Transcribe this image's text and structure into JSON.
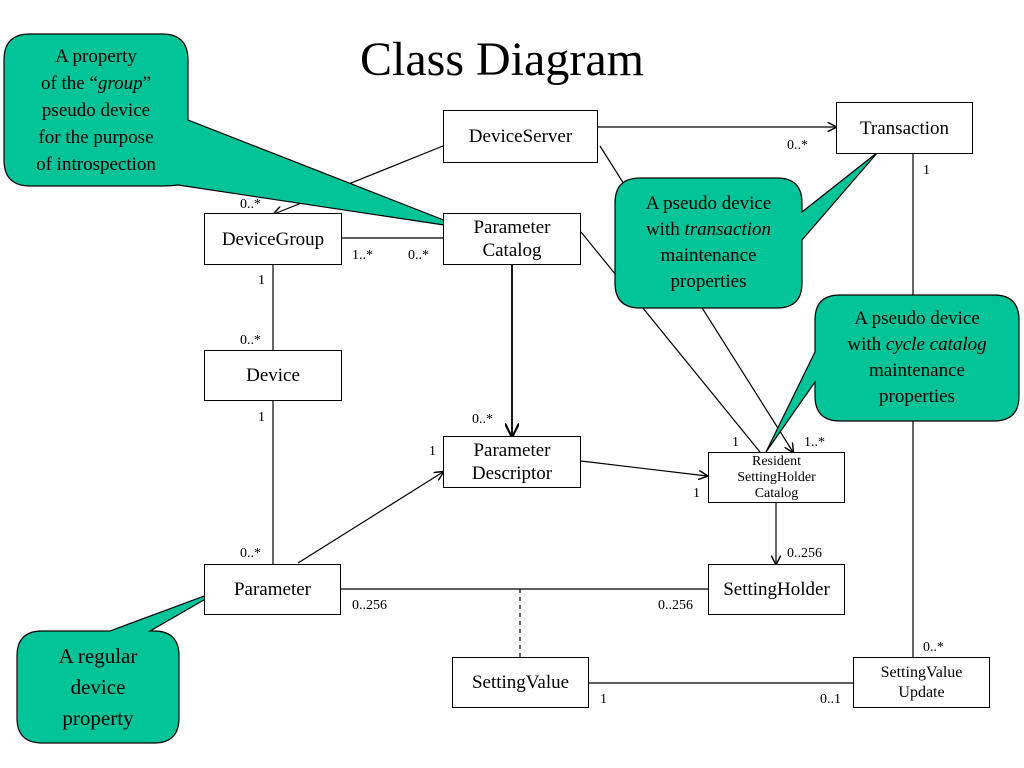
{
  "title": "Class Diagram",
  "colors": {
    "callout_fill": "#00c497",
    "line": "#000000",
    "background": "#ffffff"
  },
  "classes": {
    "device_server": "DeviceServer",
    "transaction": "Transaction",
    "device_group": "DeviceGroup",
    "parameter_catalog": [
      "Parameter",
      "Catalog"
    ],
    "device": "Device",
    "parameter_descriptor": [
      "Parameter",
      "Descriptor"
    ],
    "resident_catalog": [
      "Resident",
      "SettingHolder",
      "Catalog"
    ],
    "parameter": "Parameter",
    "setting_holder": "SettingHolder",
    "setting_value": "SettingValue",
    "setting_value_update": [
      "SettingValue",
      "Update"
    ]
  },
  "multiplicities": {
    "server_transaction": "0..*",
    "transaction_update": "1",
    "server_group": "0..*",
    "group_catalog_left": "1..*",
    "group_catalog_right": "0..*",
    "group_device_top": "1",
    "group_device_bottom": "0..*",
    "catalog_descriptor": "0..*",
    "device_parameter_top": "1",
    "device_parameter_bottom": "0..*",
    "descriptor_parameter": "1",
    "resident_left": "1",
    "resident_right": "1..*",
    "resident_descriptor": "1",
    "resident_holder": "0..256",
    "parameter_holder_left": "0..256",
    "parameter_holder_right": "0..256",
    "update_transaction": "0..*",
    "value_left": "1",
    "value_right": "0..1"
  },
  "callouts": {
    "group": {
      "line1": "A property",
      "line2_pre": "of the “",
      "line2_em": "group",
      "line2_post": "”",
      "line3": "pseudo device",
      "line4": "for the purpose",
      "line5": "of introspection"
    },
    "transaction": {
      "line1": "A pseudo device",
      "line2_pre": "with ",
      "line2_em": "transaction",
      "line3": "maintenance",
      "line4": "properties"
    },
    "cycle": {
      "line1": "A pseudo device",
      "line2_pre": "with ",
      "line2_em": "cycle catalog",
      "line3": "maintenance",
      "line4": "properties"
    },
    "regular": {
      "line1": "A regular",
      "line2": "device",
      "line3": "property"
    }
  }
}
